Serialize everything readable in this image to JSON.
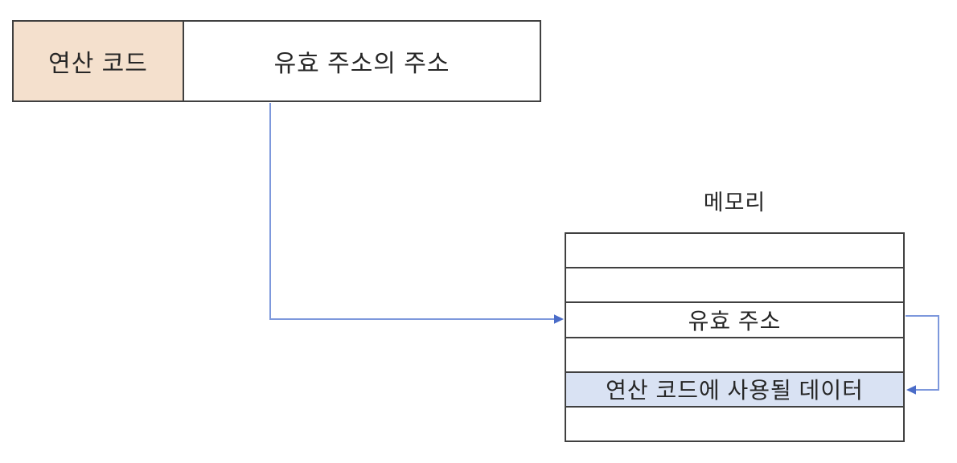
{
  "diagram": {
    "instruction": {
      "opcode_label": "연산 코드",
      "address_label": "유효 주소의 주소"
    },
    "memory": {
      "title": "메모리",
      "rows": [
        {
          "label": "",
          "highlighted": false
        },
        {
          "label": "",
          "highlighted": false
        },
        {
          "label": "유효 주소",
          "highlighted": false
        },
        {
          "label": "",
          "highlighted": false
        },
        {
          "label": "연산 코드에 사용될 데이터",
          "highlighted": true
        },
        {
          "label": "",
          "highlighted": false
        }
      ]
    },
    "colors": {
      "opcode_fill": "#F4E0CD",
      "highlight_fill": "#D9E2F3",
      "border": "#404040",
      "connector": "#7D98DC",
      "arrowhead": "#4A6CC8"
    }
  }
}
